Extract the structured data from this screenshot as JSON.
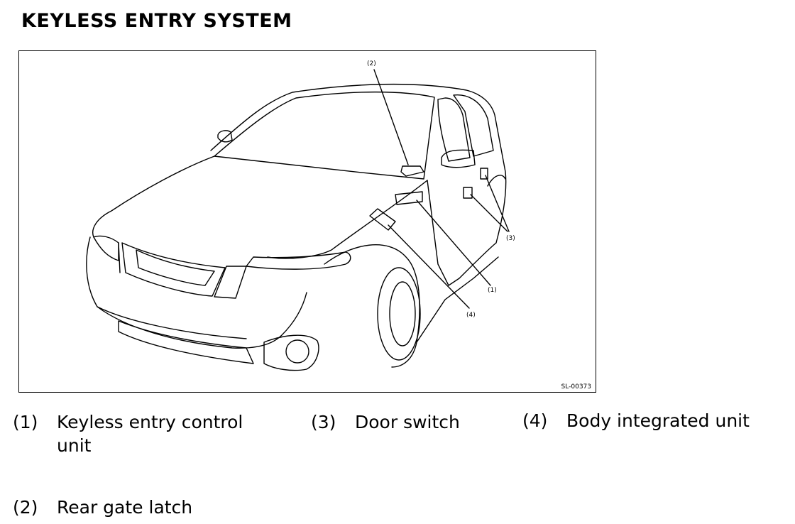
{
  "title": "KEYLESS ENTRY SYSTEM",
  "figure": {
    "code": "SL-00373",
    "callouts": [
      "(1)",
      "(2)",
      "(3)",
      "(4)"
    ]
  },
  "legend": [
    {
      "num": "(1)",
      "text": "Keyless entry control unit"
    },
    {
      "num": "(2)",
      "text": "Rear gate latch"
    },
    {
      "num": "(3)",
      "text": "Door switch"
    },
    {
      "num": "(4)",
      "text": "Body integrated unit"
    }
  ]
}
